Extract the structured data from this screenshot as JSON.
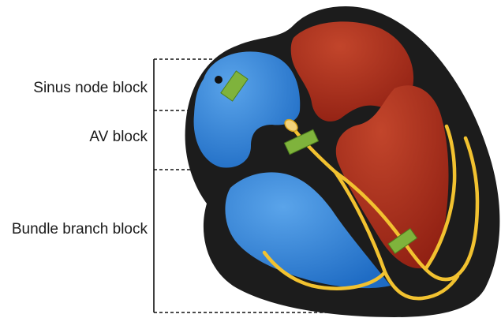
{
  "labels": {
    "sinus_node_block": "Sinus node block",
    "av_block": "AV block",
    "bundle_branch_block": "Bundle branch block"
  },
  "colors": {
    "outline": "#1c1c1c",
    "right_heart": "#2f7fd2",
    "left_heart": "#a6281a",
    "conduction": "#f2c230",
    "block_marker": "#7fb33c"
  }
}
